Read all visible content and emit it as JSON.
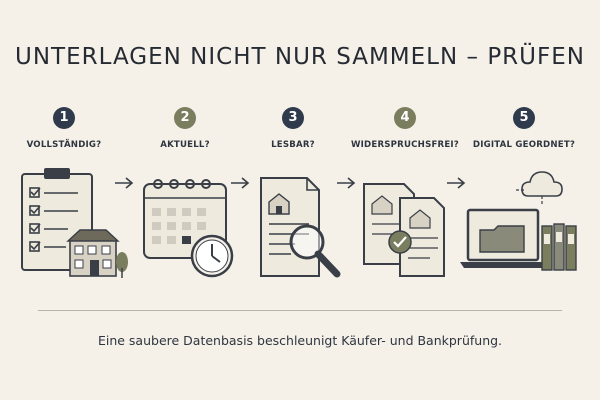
{
  "title": "UNTERLAGEN NICHT NUR SAMMELN – PRÜFEN",
  "colors": {
    "navy": "#2f3b4c",
    "olive": "#7a7d5e",
    "dark": "#3a3f47",
    "paper": "#efeade",
    "tile": "#cfcbc1",
    "background": "#f5f1e8"
  },
  "steps": [
    {
      "number": "1",
      "label": "VOLLSTÄNDIG?",
      "badge_color": "#2f3b4c",
      "icon": "checklist-house-icon"
    },
    {
      "number": "2",
      "label": "AKTUELL?",
      "badge_color": "#7a7d5e",
      "icon": "calendar-clock-icon"
    },
    {
      "number": "3",
      "label": "LESBAR?",
      "badge_color": "#2f3b4c",
      "icon": "document-magnifier-icon"
    },
    {
      "number": "4",
      "label": "WIDERSPRUCHSFREI?",
      "badge_color": "#7a7d5e",
      "icon": "documents-check-icon"
    },
    {
      "number": "5",
      "label": "DIGITAL GEORDNET?",
      "badge_color": "#2f3b4c",
      "icon": "laptop-cloud-folder-icon"
    }
  ],
  "footer": "Eine saubere Datenbasis beschleunigt Käufer- und Bankprüfung."
}
